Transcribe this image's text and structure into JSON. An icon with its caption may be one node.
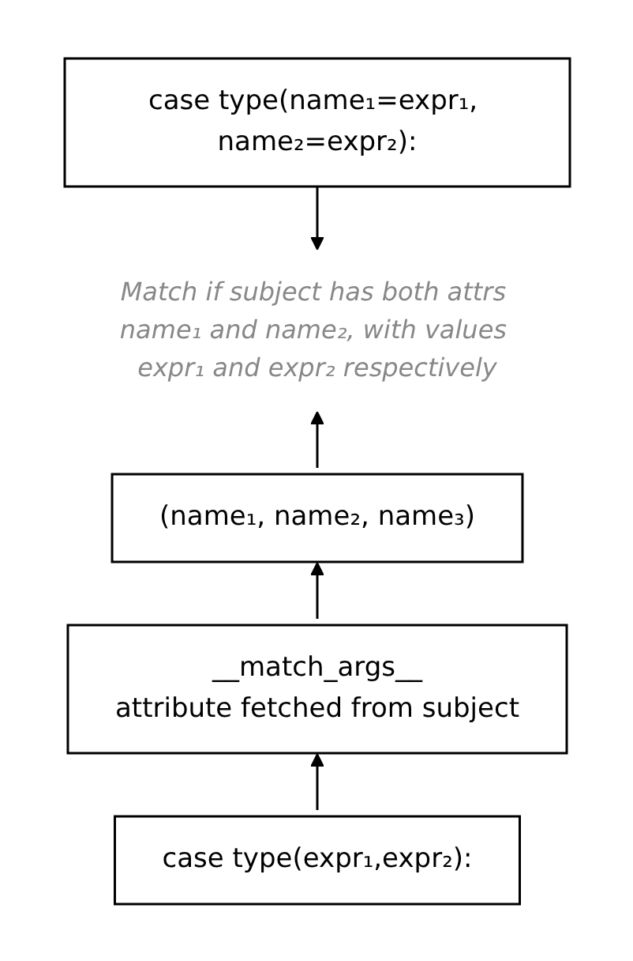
{
  "diagram": {
    "nodes": [
      {
        "text": [
          "case type(name₁=expr₁, name₂=expr₂):"
        ]
      },
      {
        "text": [
          "Match if subject has both attrs name₁ and name₂, with values expr₁ and expr₂ respectively"
        ]
      },
      {
        "text": [
          "(name₁, name₂, name₃)"
        ]
      },
      {
        "text": [
          "__match_args__",
          "attribute fetched from subject"
        ]
      },
      {
        "text": [
          "case type(expr₁,expr₂):"
        ]
      }
    ],
    "edges": [
      {
        "from": 0,
        "to": 1,
        "arrow": "to"
      },
      {
        "from": 2,
        "to": 1,
        "arrow": "to"
      },
      {
        "from": 3,
        "to": 2,
        "arrow": "to"
      },
      {
        "from": 4,
        "to": 3,
        "arrow": "to"
      }
    ]
  }
}
